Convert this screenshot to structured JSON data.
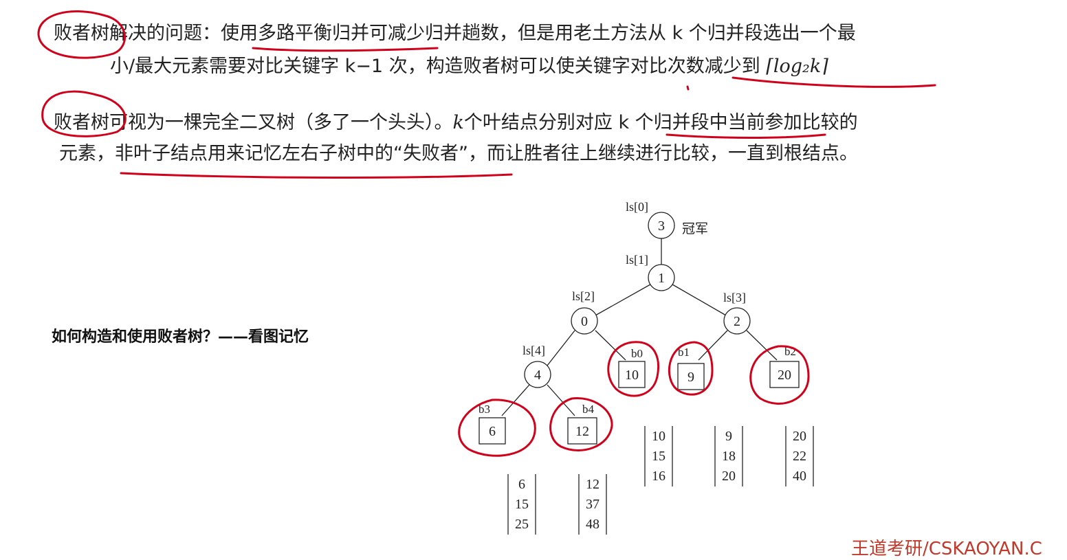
{
  "paragraph1": {
    "t1": "败者树解决的问题：使用多路平衡归并可减少归并趟数，但是用老土方法从 k 个归并段选出一个最",
    "t2": "小/最大元素需要对比关键字 k−1 次，构造败者树可以使关键字对比次数减少到",
    "formula": "⌈log₂k⌉"
  },
  "paragraph2": {
    "t1a": "败者树可视为一棵完全二叉树（多了一个头头）。",
    "k": "k",
    "t1b": "个叶结点分别对应 k 个归并段中当前参加比较的",
    "t2": "元素，非叶子结点用来记忆左右子树中的“失败者”，而让胜者往上继续进行比较，一直到根结点。"
  },
  "question": "如何构造和使用败者树？——看图记忆",
  "tree": {
    "champion_label": "冠军",
    "internal_nodes": [
      {
        "id": "ls0",
        "label": "ls[0]",
        "value": "3"
      },
      {
        "id": "ls1",
        "label": "ls[1]",
        "value": "1"
      },
      {
        "id": "ls2",
        "label": "ls[2]",
        "value": "0"
      },
      {
        "id": "ls3",
        "label": "ls[3]",
        "value": "2"
      },
      {
        "id": "ls4",
        "label": "ls[4]",
        "value": "4"
      }
    ],
    "leaves": [
      {
        "id": "b0",
        "label": "b0",
        "value": "10",
        "run": [
          "10",
          "15",
          "16"
        ]
      },
      {
        "id": "b1",
        "label": "b1",
        "value": "9",
        "run": [
          "9",
          "18",
          "20"
        ]
      },
      {
        "id": "b2",
        "label": "b2",
        "value": "20",
        "run": [
          "20",
          "22",
          "40"
        ]
      },
      {
        "id": "b3",
        "label": "b3",
        "value": "6",
        "run": [
          "6",
          "15",
          "25"
        ]
      },
      {
        "id": "b4",
        "label": "b4",
        "value": "12",
        "run": [
          "12",
          "37",
          "48"
        ]
      }
    ]
  },
  "watermark": "王道考研/CSKAOYAN.C",
  "colors": {
    "annotation": "#d0021b",
    "text": "#222222",
    "watermark": "#c0392b"
  }
}
